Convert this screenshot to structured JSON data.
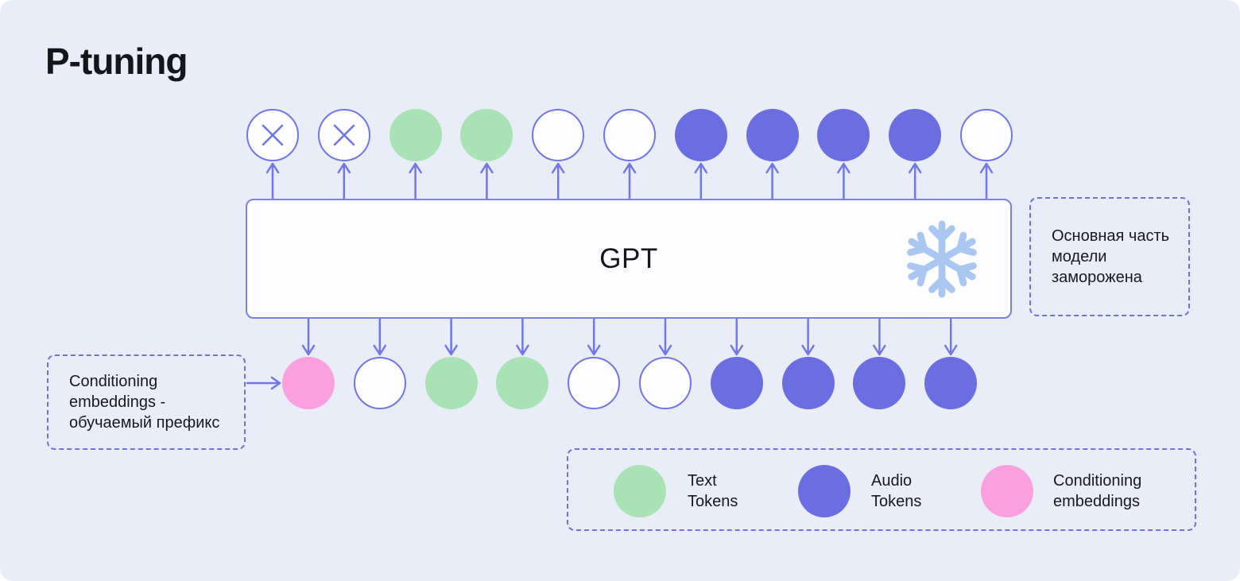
{
  "title": "P-tuning",
  "gpt_box": {
    "label": "GPT"
  },
  "annotations": {
    "frozen_note": "Основная часть\nмодели\nзаморожена",
    "conditioning_note": "Conditioning\nembeddings -\nобучаемый префикс"
  },
  "tokens": {
    "top_row": [
      "discarded",
      "discarded",
      "text",
      "text",
      "plain",
      "plain",
      "audio",
      "audio",
      "audio",
      "audio",
      "plain"
    ],
    "bottom_row": [
      "conditioning",
      "plain",
      "text",
      "text",
      "plain",
      "plain",
      "audio",
      "audio",
      "audio",
      "audio"
    ]
  },
  "legend": {
    "items": [
      {
        "type": "text",
        "label": "Text\nTokens"
      },
      {
        "type": "audio",
        "label": "Audio\nTokens"
      },
      {
        "type": "conditioning",
        "label": "Conditioning\nembeddings"
      }
    ]
  },
  "colors": {
    "background": "#e9edf7",
    "stroke": "#7176ea",
    "text_token": "#a9e2b5",
    "audio_token": "#6a6ee1",
    "conditioning": "#fba0dc",
    "snowflake": "#a9c7f0",
    "text": "#17191f"
  }
}
